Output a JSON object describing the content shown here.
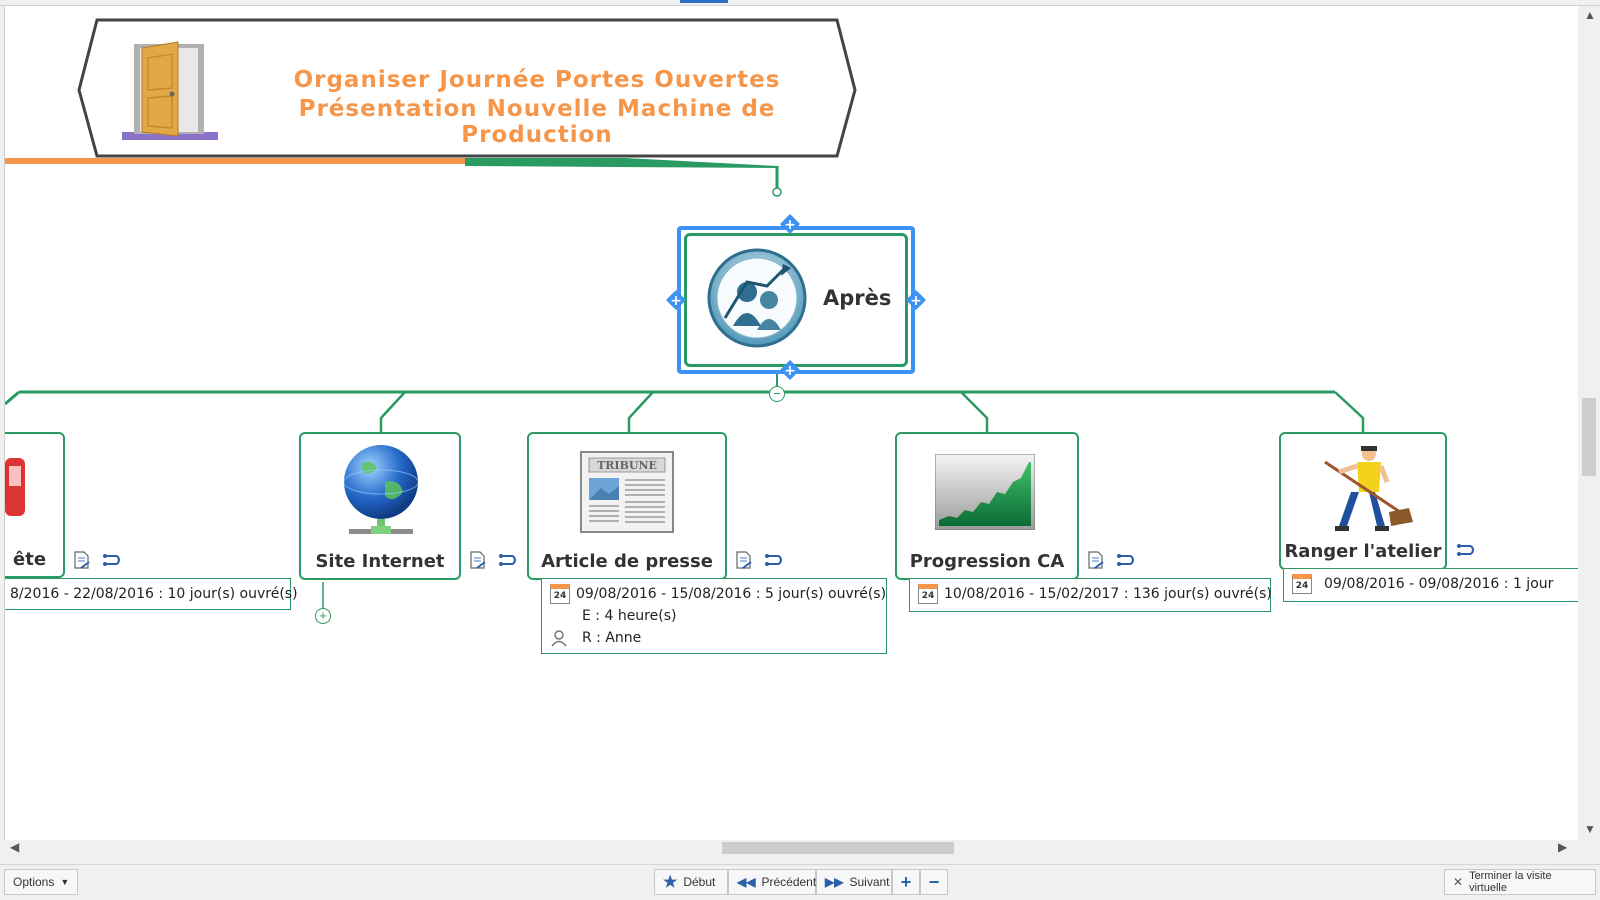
{
  "title": {
    "line1": "Organiser Journée Portes Ouvertes",
    "line2": "Présentation Nouvelle Machine de Production"
  },
  "central": {
    "label": "Après",
    "icon": "team-graph-icon"
  },
  "topics": [
    {
      "label": "ête",
      "icon": "phone-icon",
      "info": {
        "date": "8/2016 - 22/08/2016 : 10 jour(s) ouvré(s)"
      }
    },
    {
      "label": "Site Internet",
      "icon": "globe-icon"
    },
    {
      "label": "Article de presse",
      "icon": "newspaper-icon",
      "newspaper_title": "TRIBUNE",
      "info": {
        "date": "09/08/2016 - 15/08/2016 : 5 jour(s) ouvré(s)",
        "effort": "E : 4 heure(s)",
        "resource": "R : Anne"
      }
    },
    {
      "label": "Progression CA",
      "icon": "growth-chart-icon",
      "info": {
        "date": "10/08/2016 - 15/02/2017 : 136 jour(s) ouvré(s)"
      }
    },
    {
      "label": "Ranger l'atelier",
      "icon": "sweeper-icon",
      "info": {
        "date": "09/08/2016 - 09/08/2016 : 1 jour"
      }
    }
  ],
  "calendar_day": "24",
  "toolbar": {
    "options": "Options",
    "debut": "Début",
    "precedent": "Précédent",
    "suivant": "Suivant",
    "end_tour": "Terminer la visite virtuelle"
  },
  "colors": {
    "accent_orange": "#f5964b",
    "branch_green": "#2a9a63",
    "selection_blue": "#3d91f2"
  }
}
